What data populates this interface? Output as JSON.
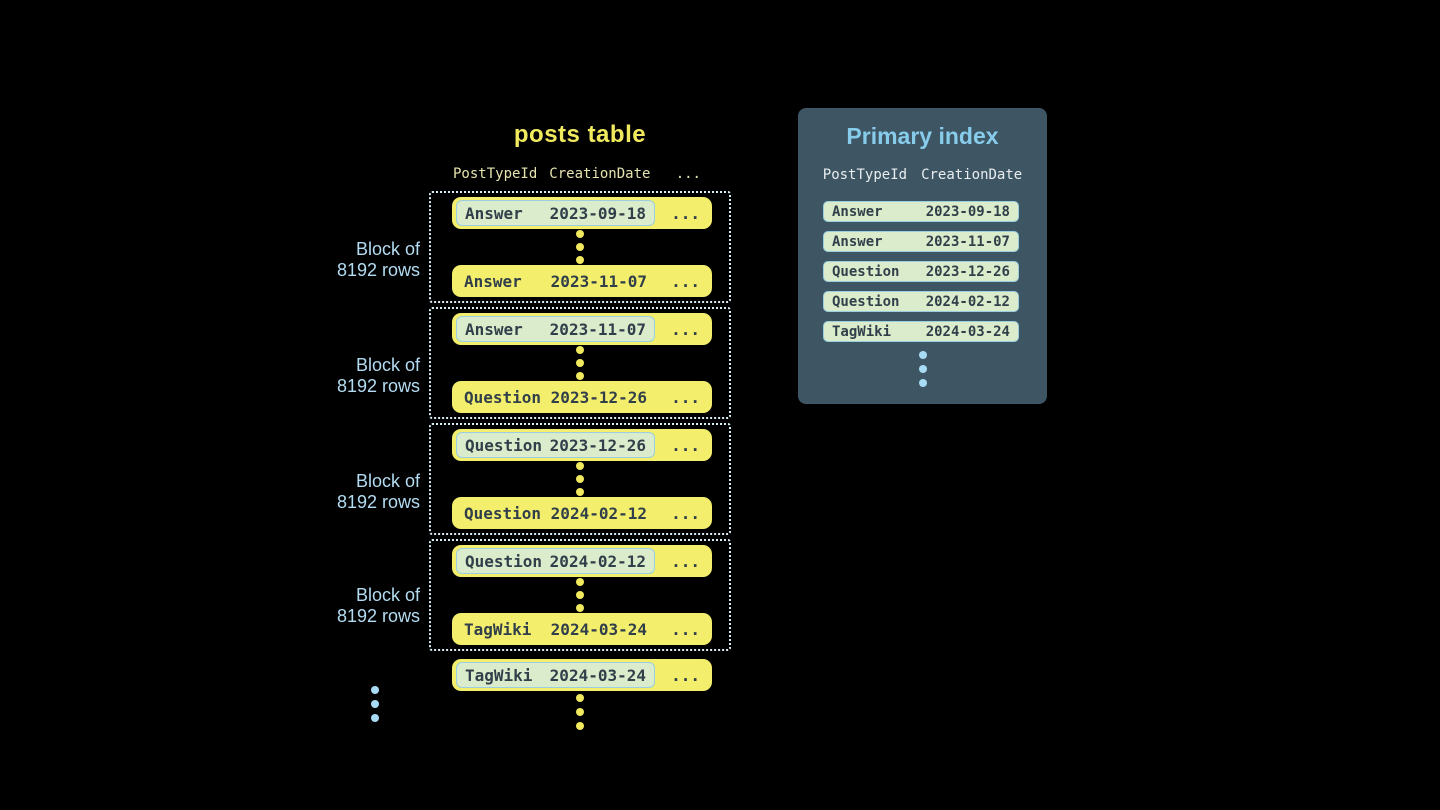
{
  "posts_table": {
    "title": "posts table",
    "header": {
      "col1": "PostTypeId",
      "col2": "CreationDate",
      "ellipsis": "..."
    },
    "block_label": {
      "line1": "Block of",
      "line2": "8192 rows"
    },
    "row_ellipsis": "...",
    "blocks": [
      {
        "first_row": {
          "post_type": "Answer",
          "creation_date": "2023-09-18"
        },
        "last_row": {
          "post_type": "Answer",
          "creation_date": "2023-11-07"
        }
      },
      {
        "first_row": {
          "post_type": "Answer",
          "creation_date": "2023-11-07"
        },
        "last_row": {
          "post_type": "Question",
          "creation_date": "2023-12-26"
        }
      },
      {
        "first_row": {
          "post_type": "Question",
          "creation_date": "2023-12-26"
        },
        "last_row": {
          "post_type": "Question",
          "creation_date": "2024-02-12"
        }
      },
      {
        "first_row": {
          "post_type": "Question",
          "creation_date": "2024-02-12"
        },
        "last_row": {
          "post_type": "TagWiki",
          "creation_date": "2024-03-24"
        }
      }
    ],
    "next_block_first_row": {
      "post_type": "TagWiki",
      "creation_date": "2024-03-24"
    }
  },
  "primary_index": {
    "title": "Primary index",
    "header": {
      "col1": "PostTypeId",
      "col2": "CreationDate"
    },
    "rows": [
      {
        "post_type": "Answer",
        "creation_date": "2023-09-18"
      },
      {
        "post_type": "Answer",
        "creation_date": "2023-11-07"
      },
      {
        "post_type": "Question",
        "creation_date": "2023-12-26"
      },
      {
        "post_type": "Question",
        "creation_date": "2024-02-12"
      },
      {
        "post_type": "TagWiki",
        "creation_date": "2024-03-24"
      }
    ]
  },
  "colors": {
    "background": "#000000",
    "row_yellow": "#f3ee6c",
    "highlight_mint": "#daeccb",
    "highlight_border_blue": "#99cfe0",
    "row_text_dark": "#313f4a",
    "title_yellow": "#f2ea5e",
    "header_pale_yellow": "#e6e3ae",
    "panel_background": "#3e5564",
    "panel_title_blue": "#87cdeb",
    "block_label_blue": "#b3dcf2",
    "dot_blue": "#a8dcf4",
    "dot_yellow": "#f0e95e",
    "dotted_border": "#d8eef6"
  }
}
